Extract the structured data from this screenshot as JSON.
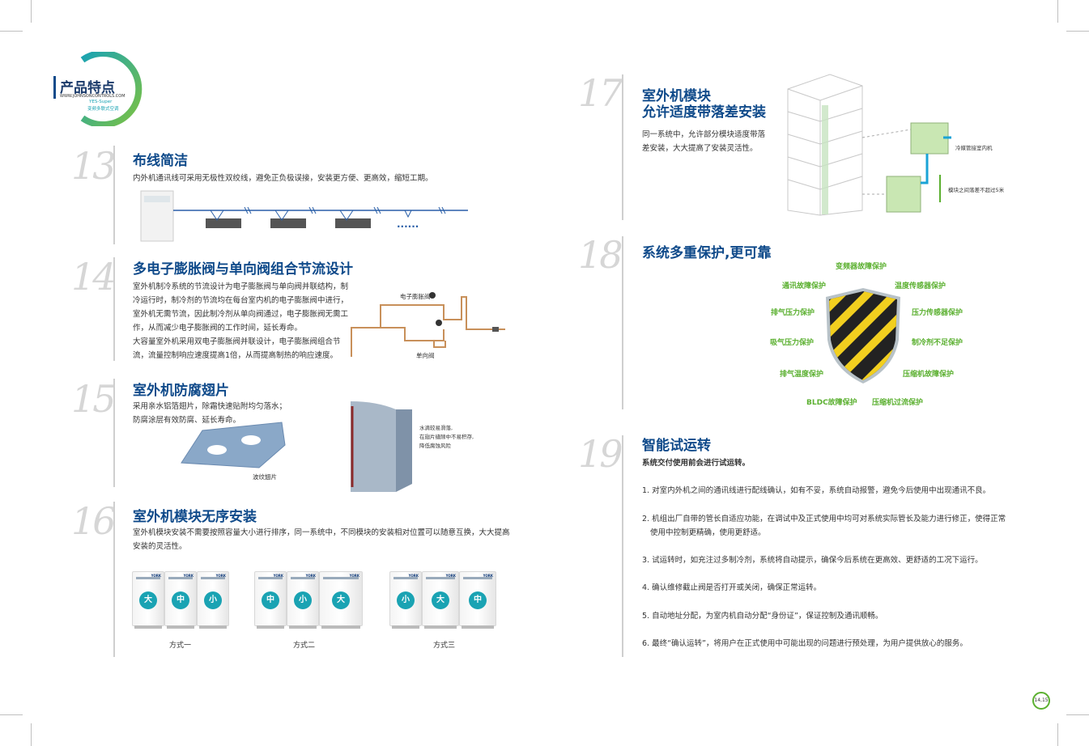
{
  "header": {
    "title": "产品特点",
    "url": "WWW.JOHNSONCONTROLS.COM",
    "line1": "YES-Super",
    "line2": "变频多联式空调"
  },
  "sections": {
    "s13": {
      "num": "13",
      "title": "布线简洁",
      "text": "内外机通讯线可采用无极性双绞线，避免正负极误接，安装更方便、更高效，缩短工期。",
      "dots": "......"
    },
    "s14": {
      "num": "14",
      "title": "多电子膨胀阀与单向阀组合节流设计",
      "lines": [
        "室外机制冷系统的节流设计为电子膨胀阀与单向阀并联结构，制",
        "冷运行时，制冷剂的节流均在每台室内机的电子膨胀阀中进行，",
        "室外机无需节流，因此制冷剂从单向阀通过，电子膨胀阀无需工",
        "作，从而减少电子膨胀阀的工作时间，延长寿命。",
        "大容量室外机采用双电子膨胀阀并联设计，电子膨胀阀组合节",
        "流，流量控制响应速度提高1倍，从而提高制热的响应速度。"
      ],
      "label_valve": "电子膨胀阀",
      "label_check": "单向阀"
    },
    "s15": {
      "num": "15",
      "title": "室外机防腐翅片",
      "lines": [
        "采用亲水铝箔翅片，除霜快速贴附均匀落水；",
        "防腐涂层有效防腐、延长寿命。"
      ],
      "label_fin": "波纹翅片",
      "note": [
        "水滴较易滑落,",
        "在翅片缝隙中不易积存,",
        "降低腐蚀风险"
      ]
    },
    "s16": {
      "num": "16",
      "title": "室外机模块无序安装",
      "lines": [
        "室外机模块安装不需要按照容量大小进行排序，同一系统中，不同模块的安装相对位置可以随意互换，大大提高",
        "安装的灵活性。"
      ],
      "groups": [
        {
          "badges": [
            "大",
            "中",
            "小"
          ],
          "label": "方式一"
        },
        {
          "badges": [
            "中",
            "小",
            "大"
          ],
          "label": "方式二"
        },
        {
          "badges": [
            "小",
            "大",
            "中"
          ],
          "label": "方式三"
        }
      ],
      "brand": "YORK"
    },
    "s17": {
      "num": "17",
      "title1": "室外机模块",
      "title2": "允许适度带落差安装",
      "lines": [
        "同一系统中，允许部分模块适度带落",
        "差安装，大大提高了安装灵活性。"
      ],
      "label_pipe": "冷媒管接室内机",
      "label_drop": "模块之间落差不超过5米"
    },
    "s18": {
      "num": "18",
      "title": "系统多重保护,更可靠",
      "items": {
        "top": "变频器故障保护",
        "l1": "通讯故障保护",
        "r1": "温度传感器保护",
        "l2": "排气压力保护",
        "r2": "压力传感器保护",
        "l3": "吸气压力保护",
        "r3": "制冷剂不足保护",
        "l4": "排气温度保护",
        "r4": "压缩机故障保护",
        "b1": "BLDC故障保护",
        "b2": "压缩机过流保护"
      }
    },
    "s19": {
      "num": "19",
      "title": "智能试运转",
      "subtitle": "系统交付使用前会进行试运转。",
      "items": [
        "1. 对室内外机之间的通讯线进行配线确认，如有不妥，系统自动报警，避免今后使用中出现通讯不良。",
        "2. 机组出厂自带的管长自适应功能，在调试中及正式使用中均可对系统实际管长及能力进行修正，使得正常",
        "3. 试运转时，如充注过多制冷剂，系统将自动提示，确保今后系统在更高效、更舒适的工况下运行。",
        "4. 确认维修截止阀是否打开或关闭，确保正常运转。",
        "5. 自动地址分配，为室内机自动分配“身份证”，保证控制及通讯顺畅。",
        "6. 最终“确认运转”，将用户在正式使用中可能出现的问题进行预处理，为用户提供放心的服务。"
      ],
      "item2_cont": "使用中控制更精确，使用更舒适。"
    }
  },
  "footer": {
    "page": "14,15"
  },
  "colors": {
    "title": "#0f4a8a",
    "accent_green": "#5bb030",
    "teal": "#1aa3b3"
  }
}
